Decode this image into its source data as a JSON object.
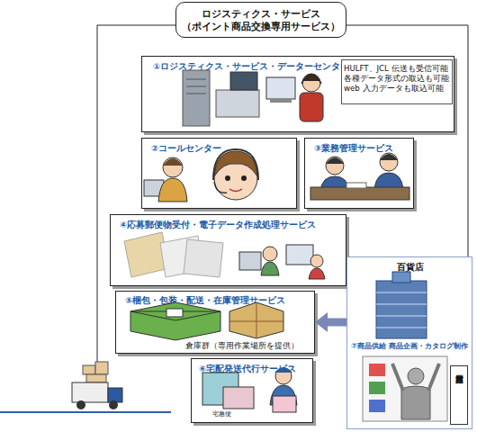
{
  "diagram": {
    "title": "ロジスティクス・サービス （ポイント商品交換専用サービス）",
    "nodes": [
      {
        "text": [
          "①ロジスティクス・サービス・データーセンター"
        ]
      },
      {
        "text": [
          "HULFT、JCL 伝送も受信可能 各種データ形式の取込も可能 web 入力データも取込可能"
        ],
        "in": 0
      },
      {
        "text": [
          "②コールセンター"
        ]
      },
      {
        "text": [
          "③業務管理サービス"
        ]
      },
      {
        "text": [
          "④応募郵便物受付・電子データ作成処理サービス"
        ]
      },
      {
        "text": [
          "⑤梱包・包装・配送・在庫管理サービス",
          "倉庫群（専用作業場所を提供）"
        ]
      },
      {
        "text": [
          "⑥宅配発送代行サービス"
        ]
      },
      {
        "text": [
          "百貨店",
          "⑦商品供給 商品企画・カタログ制作"
        ]
      },
      {
        "text": [
          "専用営業担当窓口"
        ],
        "in": 7
      }
    ],
    "edges": [
      {
        "from": 7,
        "to": 5,
        "arrow": "to"
      }
    ],
    "labels": [
      "宅急便"
    ]
  }
}
